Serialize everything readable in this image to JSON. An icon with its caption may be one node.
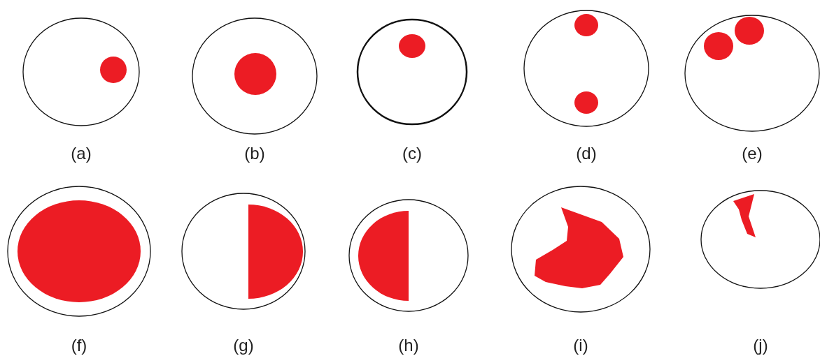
{
  "diagram": {
    "nodes": [
      {
        "text": [],
        "shape": "circle",
        "beside": [
          "(a)"
        ]
      },
      {
        "text": [],
        "shape": "circle",
        "beside": [
          "(b)"
        ]
      },
      {
        "text": [],
        "shape": "circle",
        "beside": [
          "(c)"
        ]
      },
      {
        "text": [],
        "shape": "circle",
        "beside": [
          "(d)"
        ]
      },
      {
        "text": [],
        "shape": "circle",
        "beside": [
          "(e)"
        ]
      },
      {
        "text": [],
        "shape": "circle",
        "beside": [
          "(f)"
        ]
      },
      {
        "text": [],
        "shape": "circle",
        "beside": [
          "(g)"
        ]
      },
      {
        "text": [],
        "shape": "circle",
        "beside": [
          "(h)"
        ]
      },
      {
        "text": [],
        "shape": "circle",
        "beside": [
          "(i)"
        ]
      },
      {
        "text": [],
        "shape": "circle",
        "beside": [
          "(j)"
        ]
      }
    ]
  }
}
